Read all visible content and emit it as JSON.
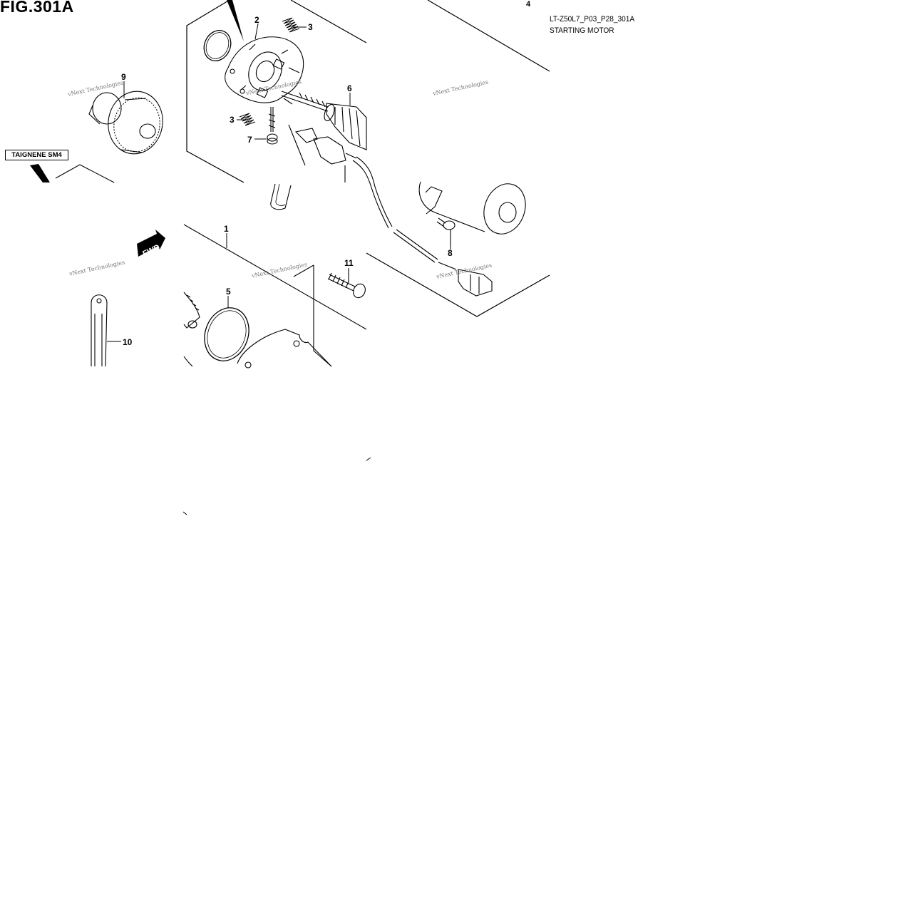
{
  "header": {
    "figure": "FIG.301A",
    "sheet_number": "4",
    "document_code": "LT-Z50L7_P03_P28_301A",
    "section_name": "STARTING MOTOR"
  },
  "sealant_label": "TAIGNENE SM4",
  "fwd_label": "FWD",
  "watermark_text": "vNext Technologies",
  "callouts": [
    {
      "id": "1",
      "label": "1"
    },
    {
      "id": "2",
      "label": "2"
    },
    {
      "id": "3a",
      "label": "3"
    },
    {
      "id": "3b",
      "label": "3"
    },
    {
      "id": "5",
      "label": "5"
    },
    {
      "id": "6",
      "label": "6"
    },
    {
      "id": "7",
      "label": "7"
    },
    {
      "id": "8",
      "label": "8"
    },
    {
      "id": "9",
      "label": "9"
    },
    {
      "id": "10",
      "label": "10"
    },
    {
      "id": "11",
      "label": "11"
    }
  ]
}
